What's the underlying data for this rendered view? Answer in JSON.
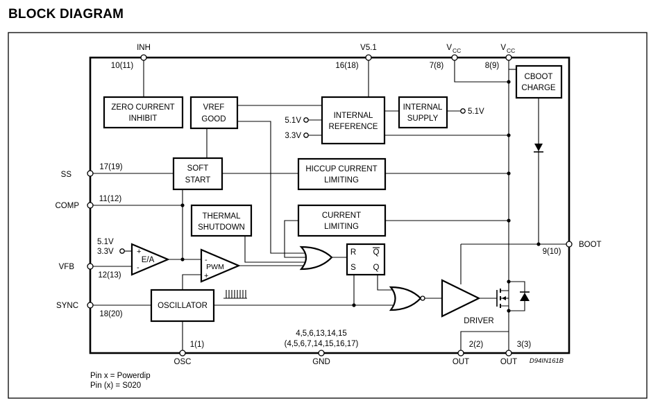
{
  "title": "BLOCK DIAGRAM",
  "blocks": {
    "zero_current_inhibit": [
      "ZERO CURRENT",
      "INHIBIT"
    ],
    "vref_good": [
      "VREF",
      "GOOD"
    ],
    "internal_reference": [
      "INTERNAL",
      "REFERENCE"
    ],
    "internal_supply": [
      "INTERNAL",
      "SUPPLY"
    ],
    "cboot_charge": [
      "CBOOT",
      "CHARGE"
    ],
    "soft_start": [
      "SOFT",
      "START"
    ],
    "hiccup_current_limiting": [
      "HICCUP CURRENT",
      "LIMITING"
    ],
    "thermal_shutdown": [
      "THERMAL",
      "SHUTDOWN"
    ],
    "current_limiting": [
      "CURRENT",
      "LIMITING"
    ],
    "oscillator": "OSCILLATOR",
    "error_amp": "E/A",
    "pwm": "PWM",
    "flipflop": {
      "r": "R",
      "s": "S",
      "qbar": "Q",
      "q": "Q"
    },
    "driver": "DRIVER"
  },
  "pins": {
    "inh": {
      "name": "INH",
      "num": "10(11)"
    },
    "v51": {
      "name": "V5.1",
      "num": "16(18)"
    },
    "vcc1": {
      "name": "V",
      "sub": "CC",
      "num": "7(8)"
    },
    "vcc2": {
      "name": "V",
      "sub": "CC",
      "num": "8(9)"
    },
    "ss": {
      "name": "SS",
      "num": "17(19)"
    },
    "comp": {
      "name": "COMP",
      "num": "11(12)"
    },
    "vfb": {
      "name": "VFB",
      "num": "12(13)"
    },
    "sync": {
      "name": "SYNC",
      "num": "18(20)"
    },
    "osc": {
      "name": "OSC",
      "num": "1(1)"
    },
    "gnd": {
      "name": "GND",
      "num_powerdip": "4,5,6,13,14,15",
      "num_so": "(4,5,6,7,14,15,16,17)"
    },
    "out1": {
      "name": "OUT",
      "num": "2(2)"
    },
    "out2": {
      "name": "OUT",
      "num": "3(3)"
    },
    "boot": {
      "name": "BOOT",
      "num": "9(10)"
    }
  },
  "signals": {
    "ref_5v1": "5.1V",
    "ref_3v3": "3.3V",
    "supply_out": "5.1V",
    "ea_5v1": "5.1V",
    "ea_3v3": "3.3V"
  },
  "notes": {
    "line1": "Pin x = Powerdip",
    "line2": "Pin (x) = S020",
    "ref_code": "D94IN161B"
  }
}
